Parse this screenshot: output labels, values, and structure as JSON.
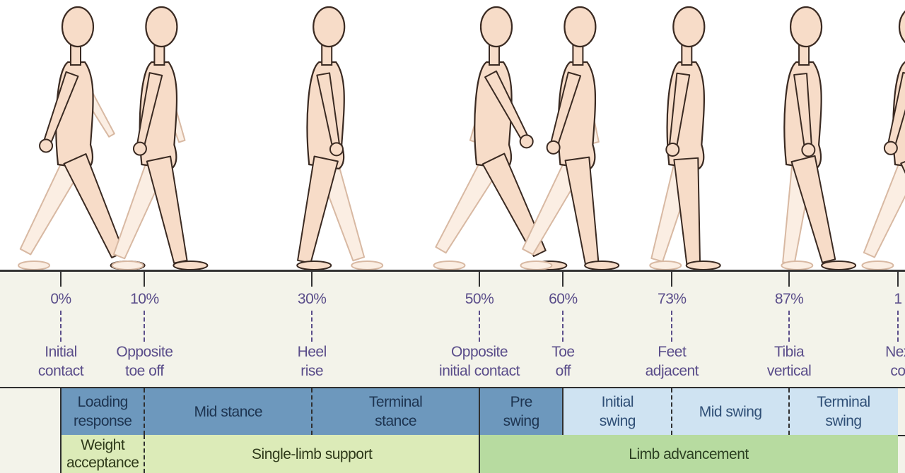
{
  "title": "",
  "colors": {
    "figure_front": "#f7dcc8",
    "figure_back": "#fbeee3",
    "figure_outline": "#3a2a22",
    "figure_outline_back": "#d8b9a3",
    "stance_phase": "#6d98bd",
    "swing_phase": "#cfe3f2",
    "weight_acceptance": "#dcebb8",
    "single_limb_support": "#dcebb8",
    "limb_advancement": "#b7dba0",
    "label_text": "#5a4d8a"
  },
  "gait_cycle": {
    "percent_markers": [
      {
        "label": "0%",
        "percent": 0
      },
      {
        "label": "10%",
        "percent": 10
      },
      {
        "label": "30%",
        "percent": 30
      },
      {
        "label": "50%",
        "percent": 50
      },
      {
        "label": "60%",
        "percent": 60
      },
      {
        "label": "73%",
        "percent": 73
      },
      {
        "label": "87%",
        "percent": 87
      },
      {
        "label": "1",
        "percent": 100
      }
    ],
    "events": [
      {
        "line1": "Initial",
        "line2": "contact",
        "percent": 0
      },
      {
        "line1": "Opposite",
        "line2": "toe off",
        "percent": 10
      },
      {
        "line1": "Heel",
        "line2": "rise",
        "percent": 30
      },
      {
        "line1": "Opposite",
        "line2": "initial contact",
        "percent": 50
      },
      {
        "line1": "Toe",
        "line2": "off",
        "percent": 60
      },
      {
        "line1": "Feet",
        "line2": "adjacent",
        "percent": 73
      },
      {
        "line1": "Tibia",
        "line2": "vertical",
        "percent": 87
      },
      {
        "line1": "Nex",
        "line2": "co",
        "percent": 100
      }
    ],
    "phases": [
      {
        "line1": "Loading",
        "line2": "response",
        "start": 0,
        "end": 10,
        "kind": "stance"
      },
      {
        "line1": "Mid stance",
        "line2": "",
        "start": 10,
        "end": 30,
        "kind": "stance"
      },
      {
        "line1": "Terminal",
        "line2": "stance",
        "start": 30,
        "end": 50,
        "kind": "stance"
      },
      {
        "line1": "Pre",
        "line2": "swing",
        "start": 50,
        "end": 60,
        "kind": "stance"
      },
      {
        "line1": "Initial",
        "line2": "swing",
        "start": 60,
        "end": 73,
        "kind": "swing"
      },
      {
        "line1": "Mid swing",
        "line2": "",
        "start": 73,
        "end": 87,
        "kind": "swing"
      },
      {
        "line1": "Terminal",
        "line2": "swing",
        "start": 87,
        "end": 100,
        "kind": "swing"
      }
    ],
    "groups": [
      {
        "line1": "Weight",
        "line2": "acceptance",
        "start": 0,
        "end": 10
      },
      {
        "line1": "Single-limb support",
        "line2": "",
        "start": 10,
        "end": 50
      },
      {
        "line1": "Limb advancement",
        "line2": "",
        "start": 50,
        "end": 100
      }
    ],
    "figure_positions_percent": [
      0,
      10,
      30,
      50,
      60,
      73,
      87,
      100
    ]
  }
}
